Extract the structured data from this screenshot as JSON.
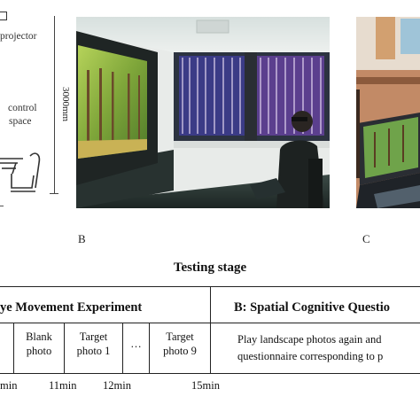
{
  "panel_a": {
    "projector_label": "projector",
    "control_label_1": "control",
    "control_label_2": "space",
    "dimension_label": "3000mm"
  },
  "panel_b": {
    "letter": "B"
  },
  "panel_c": {
    "letter": "C"
  },
  "section_title": "Testing stage",
  "table": {
    "header_a": "ye Movement Experiment",
    "header_b": "B: Spatial Cognitive Questio",
    "cells": [
      {
        "line1": "Blank",
        "line2": "photo"
      },
      {
        "line1": "Target",
        "line2": "photo 1"
      },
      {
        "line1": "…",
        "line2": ""
      },
      {
        "line1": "Target",
        "line2": "photo 9"
      }
    ],
    "b_text_1": "Play landscape photos again and",
    "b_text_2": "questionnaire corresponding to p"
  },
  "timeline": [
    "min",
    "11min",
    "12min",
    "15min"
  ],
  "colors": {
    "ink": "#111111",
    "wall": "#e9ebe9",
    "ceiling": "#dfe6e4"
  }
}
